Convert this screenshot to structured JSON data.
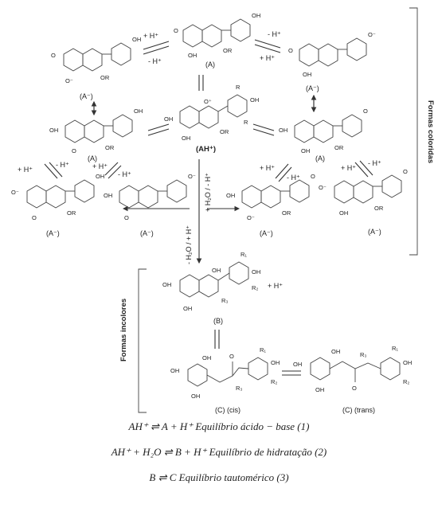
{
  "structure_labels": {
    "top_center": "(A)",
    "top_left": "(A⁻)",
    "top_right": "(A⁻)",
    "flavylium": "(AH⁺)",
    "mid_left": "(A)",
    "mid_right": "(A)",
    "low_left1": "(A⁻)",
    "low_left2": "(A⁻)",
    "low_right1": "(A⁻)",
    "low_right2": "(A⁻)",
    "hemiketal": "(B)",
    "chalcone_cis": "(C) (cis)",
    "chalcone_trans": "(C) (trans)"
  },
  "atom_labels": {
    "oh": "OH",
    "or": "OR",
    "o": "O",
    "o_minus": "O⁻",
    "o_plus": "O⁺",
    "r": "R",
    "r1": "R₁",
    "r2": "R₂",
    "r3": "R₃",
    "h_plus": "+ H⁺"
  },
  "arrow_labels": {
    "plus_h": "+ H⁺",
    "minus_h": "- H⁺",
    "h2o_minus_h": "+ H₂O / - H⁺",
    "minus_h2o_plus_h": "- H₂O / + H⁺"
  },
  "side_labels": {
    "colored": "Formas coloridas",
    "colorless": "Formas incolores"
  },
  "equations": [
    "AH⁺ ⇌ A + H⁺  Equilíbrio ácido − base (1)",
    "AH⁺ + H₂O ⇌ B + H⁺  Equilíbrio de hidratação (2)",
    "B ⇌ C Equilíbrio tautomérico (3)"
  ]
}
